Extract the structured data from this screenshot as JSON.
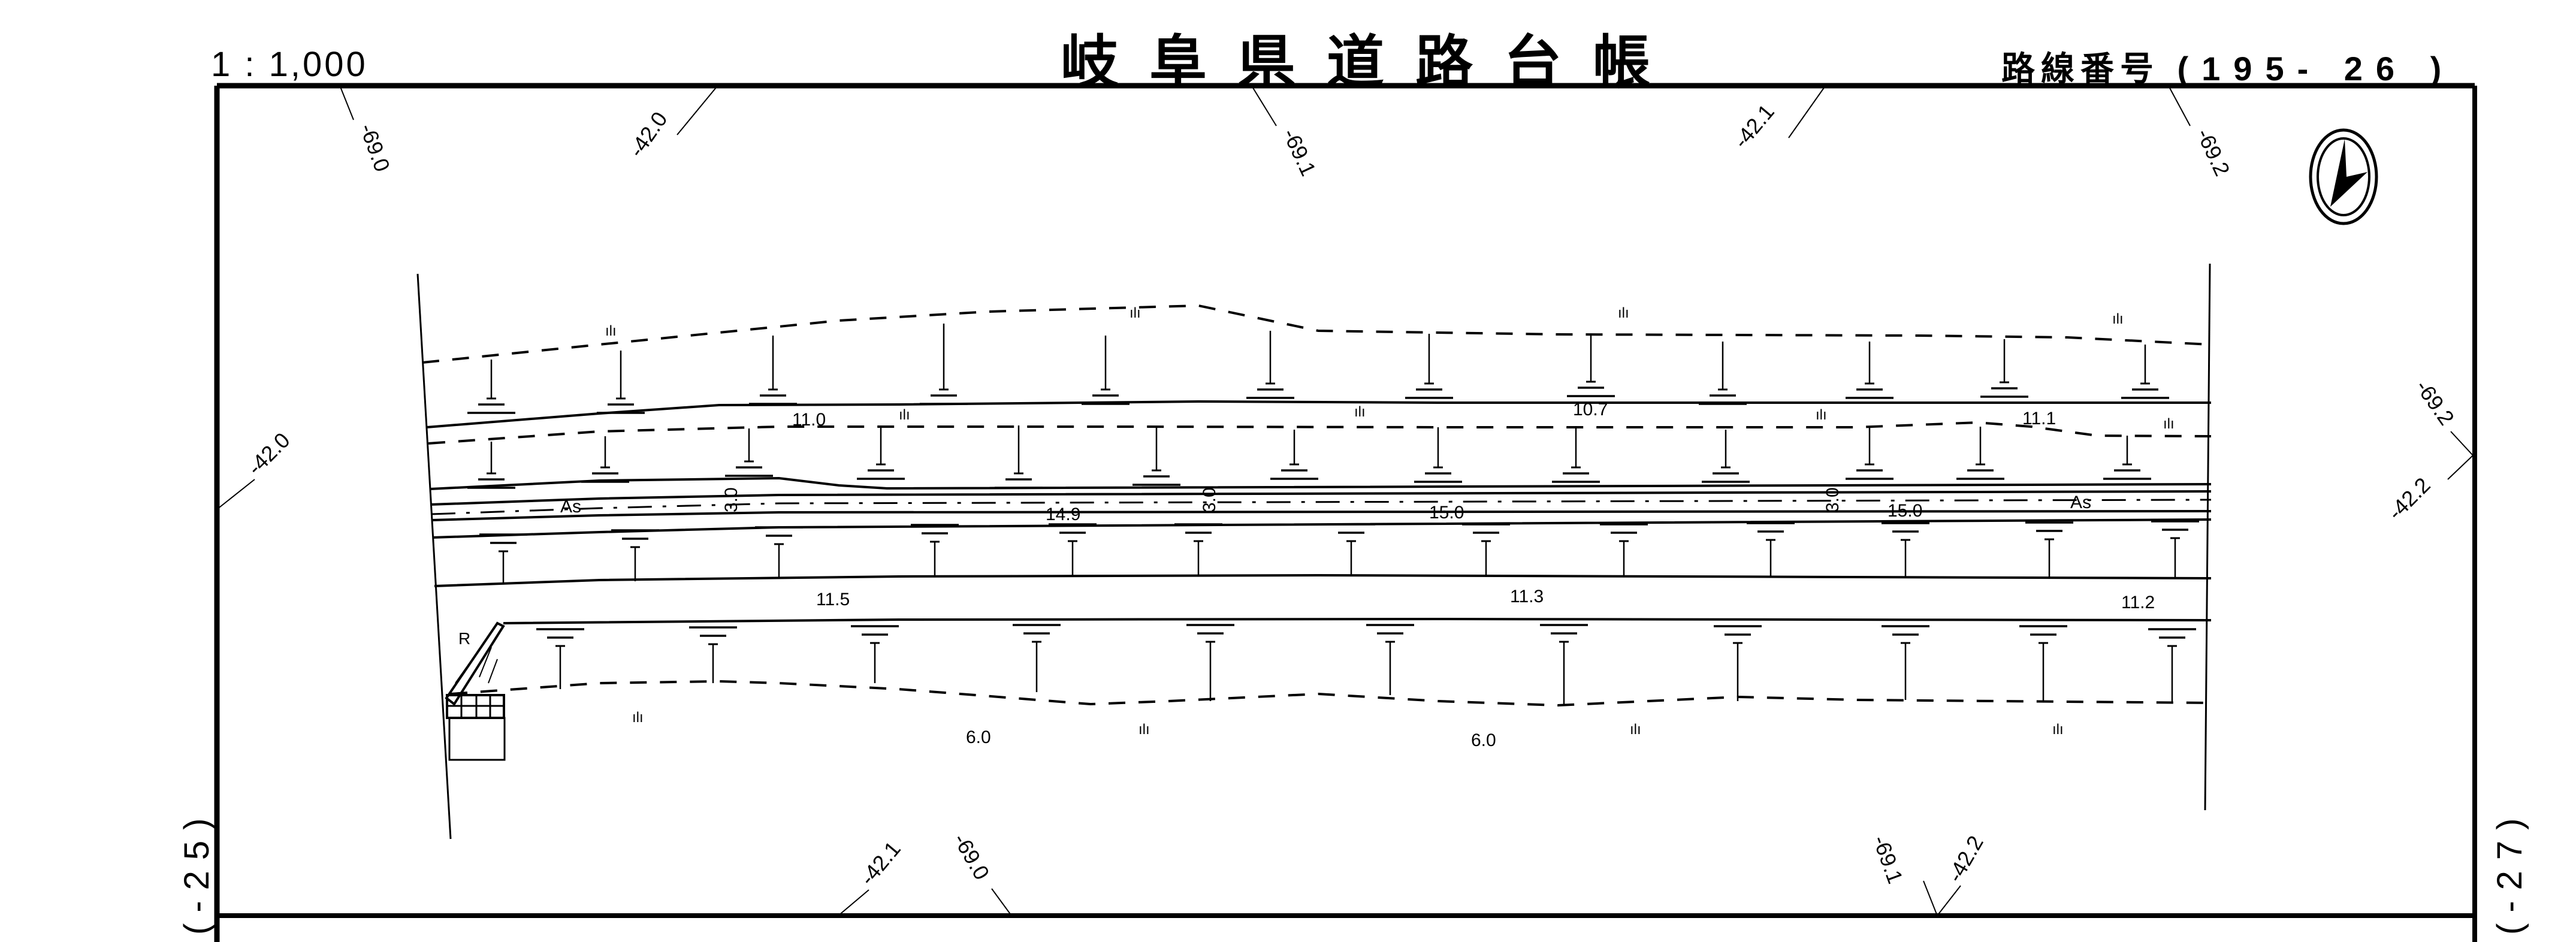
{
  "header": {
    "scale": "1 : 1,000",
    "title": "岐阜県道路台帳",
    "route_label": "路線番号",
    "route_number": "(195- 26 )"
  },
  "sheet_refs": {
    "left": "(-25)",
    "right": "(-27)"
  },
  "north_arrow": {
    "icon": "north-arrow-icon"
  },
  "coordinate_ticks": {
    "top": [
      "-69.0",
      "-42.0",
      "-69.1",
      "-42.1",
      "-69.2"
    ],
    "left": [
      "-42.0"
    ],
    "right": [
      "-69.2",
      "-42.2"
    ],
    "bottom": [
      "-42.1",
      "-69.0",
      "-69.1",
      "-42.2"
    ]
  },
  "road": {
    "surface_labels": [
      "As",
      "As"
    ],
    "center_dimension_labels": [
      "3.0",
      "3.0",
      "3.0"
    ],
    "carriageway_widths": [
      "14.9",
      "15.0",
      "15.0"
    ],
    "upper_widths": [
      "11.0",
      "10.7",
      "11.1"
    ],
    "lower_widths": [
      "11.5",
      "11.3",
      "11.2"
    ],
    "verge_widths": [
      "6.0",
      "6.0"
    ],
    "ramp_label": "R",
    "vegetation_symbol": "ılı"
  }
}
